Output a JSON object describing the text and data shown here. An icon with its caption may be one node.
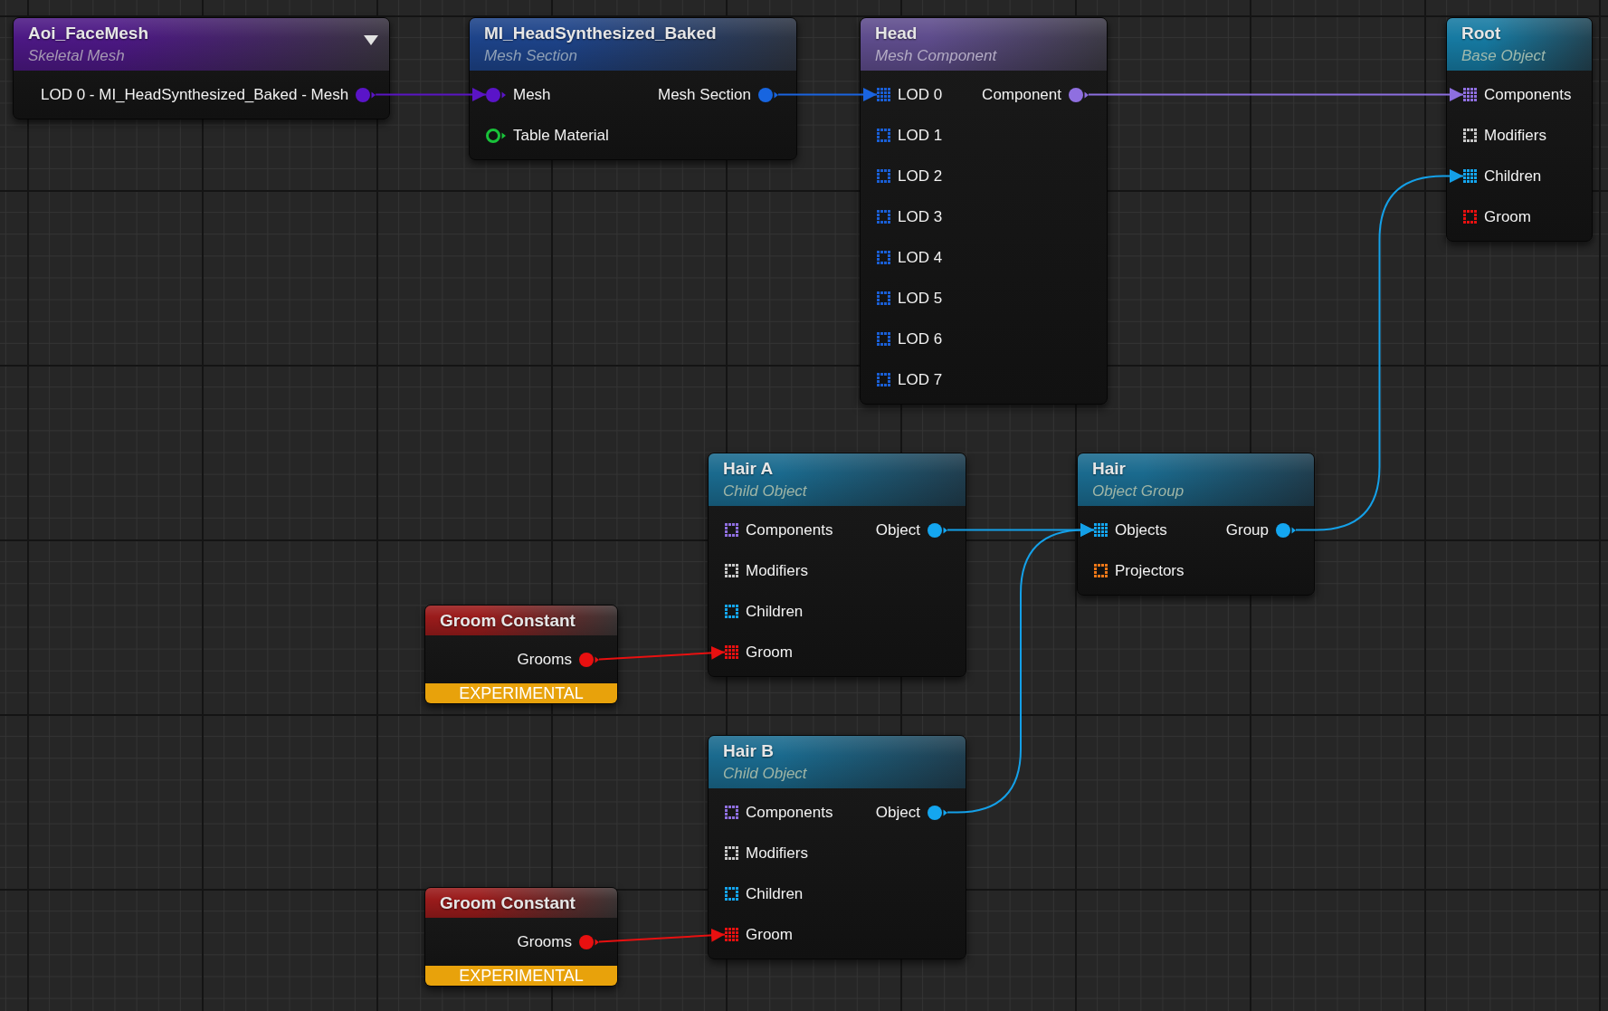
{
  "diagram": {
    "nodes": [
      {
        "text": [
          "Aoi_FaceMesh",
          "Skeletal Mesh"
        ]
      },
      {
        "text": [
          "LOD 0 - MI_HeadSynthesized_Baked - Mesh"
        ],
        "in": 0
      },
      {
        "text": [
          "MI_HeadSynthesized_Baked",
          "Mesh Section"
        ]
      },
      {
        "text": [
          "Mesh"
        ],
        "in": 2
      },
      {
        "text": [
          "Mesh Section"
        ],
        "in": 2
      },
      {
        "text": [
          "Table Material"
        ],
        "in": 2
      },
      {
        "text": [
          "Head",
          "Mesh Component"
        ]
      },
      {
        "text": [
          "LOD 0"
        ],
        "in": 6
      },
      {
        "text": [
          "Component"
        ],
        "in": 6
      },
      {
        "text": [
          "LOD 1"
        ],
        "in": 6
      },
      {
        "text": [
          "LOD 2"
        ],
        "in": 6
      },
      {
        "text": [
          "LOD 3"
        ],
        "in": 6
      },
      {
        "text": [
          "LOD 4"
        ],
        "in": 6
      },
      {
        "text": [
          "LOD 5"
        ],
        "in": 6
      },
      {
        "text": [
          "LOD 6"
        ],
        "in": 6
      },
      {
        "text": [
          "LOD 7"
        ],
        "in": 6
      },
      {
        "text": [
          "Root",
          "Base Object"
        ]
      },
      {
        "text": [
          "Components"
        ],
        "in": 16
      },
      {
        "text": [
          "Modifiers"
        ],
        "in": 16
      },
      {
        "text": [
          "Children"
        ],
        "in": 16
      },
      {
        "text": [
          "Groom"
        ],
        "in": 16
      },
      {
        "text": [
          "Hair A",
          "Child Object"
        ]
      },
      {
        "text": [
          "Components"
        ],
        "in": 21
      },
      {
        "text": [
          "Object"
        ],
        "in": 21
      },
      {
        "text": [
          "Modifiers"
        ],
        "in": 21
      },
      {
        "text": [
          "Children"
        ],
        "in": 21
      },
      {
        "text": [
          "Groom"
        ],
        "in": 21
      },
      {
        "text": [
          "Hair",
          "Object Group"
        ]
      },
      {
        "text": [
          "Objects"
        ],
        "in": 27
      },
      {
        "text": [
          "Group"
        ],
        "in": 27
      },
      {
        "text": [
          "Projectors"
        ],
        "in": 27
      },
      {
        "text": [
          "Groom Constant"
        ]
      },
      {
        "text": [
          "Grooms"
        ],
        "in": 31
      },
      {
        "text": [
          "EXPERIMENTAL"
        ],
        "in": 31
      },
      {
        "text": [
          "Hair B",
          "Child Object"
        ]
      },
      {
        "text": [
          "Components"
        ],
        "in": 34
      },
      {
        "text": [
          "Object"
        ],
        "in": 34
      },
      {
        "text": [
          "Modifiers"
        ],
        "in": 34
      },
      {
        "text": [
          "Children"
        ],
        "in": 34
      },
      {
        "text": [
          "Groom"
        ],
        "in": 34
      },
      {
        "text": [
          "Groom Constant"
        ]
      },
      {
        "text": [
          "Grooms"
        ],
        "in": 40
      },
      {
        "text": [
          "EXPERIMENTAL"
        ],
        "in": 40
      }
    ],
    "edges": [
      {
        "from": 1,
        "to": 3,
        "arrow": "to",
        "color": "#5a14c4"
      },
      {
        "from": 4,
        "to": 7,
        "arrow": "to",
        "color": "#1a64e0"
      },
      {
        "from": 8,
        "to": 17,
        "arrow": "to",
        "color": "#8c6ee0"
      },
      {
        "from": 29,
        "to": 19,
        "arrow": "to"
      },
      {
        "from": 23,
        "to": 28,
        "arrow": "to"
      },
      {
        "from": 36,
        "to": 28,
        "arrow": "to"
      },
      {
        "from": 32,
        "to": 26,
        "arrow": "to",
        "color": "#e81010"
      },
      {
        "from": 41,
        "to": 39,
        "arrow": "to",
        "color": "#e81010"
      }
    ]
  }
}
